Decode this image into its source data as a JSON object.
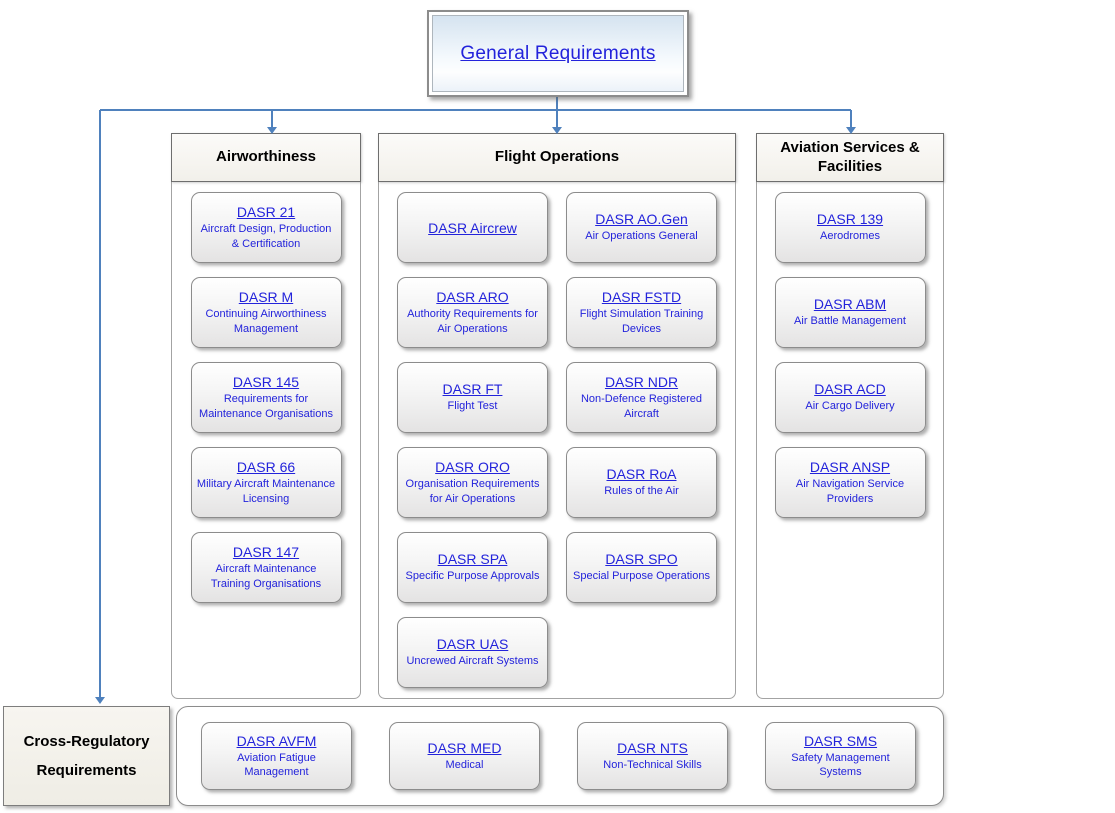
{
  "diagram": {
    "root": {
      "label": "General Requirements"
    },
    "columns": [
      {
        "title": "Airworthiness",
        "cards": [
          {
            "code": "DASR 21",
            "desc": "Aircraft Design, Production & Certification"
          },
          {
            "code": "DASR M",
            "desc": "Continuing Airworthiness Management"
          },
          {
            "code": "DASR 145",
            "desc": "Requirements for Maintenance Organisations"
          },
          {
            "code": "DASR 66",
            "desc": "Military Aircraft Maintenance Licensing"
          },
          {
            "code": "DASR 147",
            "desc": "Aircraft Maintenance Training Organisations"
          }
        ]
      },
      {
        "title": "Flight Operations",
        "cards": [
          {
            "code": "DASR Aircrew",
            "desc": ""
          },
          {
            "code": "DASR AO.Gen",
            "desc": "Air Operations General"
          },
          {
            "code": "DASR ARO",
            "desc": "Authority Requirements for Air Operations"
          },
          {
            "code": "DASR FSTD",
            "desc": "Flight Simulation Training Devices"
          },
          {
            "code": "DASR FT",
            "desc": "Flight Test"
          },
          {
            "code": "DASR NDR",
            "desc": "Non-Defence Registered Aircraft"
          },
          {
            "code": "DASR ORO",
            "desc": "Organisation Requirements for Air Operations"
          },
          {
            "code": "DASR RoA",
            "desc": "Rules of the Air"
          },
          {
            "code": "DASR SPA",
            "desc": "Specific Purpose Approvals"
          },
          {
            "code": "DASR SPO",
            "desc": "Special Purpose Operations"
          },
          {
            "code": "DASR UAS",
            "desc": "Uncrewed Aircraft Systems"
          }
        ]
      },
      {
        "title": "Aviation Services & Facilities",
        "cards": [
          {
            "code": "DASR 139",
            "desc": "Aerodromes"
          },
          {
            "code": "DASR ABM",
            "desc": "Air Battle Management"
          },
          {
            "code": "DASR ACD",
            "desc": "Air Cargo Delivery"
          },
          {
            "code": "DASR ANSP",
            "desc": "Air Navigation Service Providers"
          }
        ]
      }
    ],
    "bottom": {
      "title_line1": "Cross-Regulatory",
      "title_line2": "Requirements",
      "cards": [
        {
          "code": "DASR AVFM",
          "desc": "Aviation Fatigue Management"
        },
        {
          "code": "DASR MED",
          "desc": "Medical"
        },
        {
          "code": "DASR NTS",
          "desc": "Non-Technical Skills"
        },
        {
          "code": "DASR SMS",
          "desc": "Safety Management Systems"
        }
      ]
    },
    "colors": {
      "link_blue": "#2323DB",
      "connector_blue": "#4F81BD",
      "header_bg": "#F2F0EA",
      "card_gradient_bottom": "#E4E3E3"
    }
  }
}
